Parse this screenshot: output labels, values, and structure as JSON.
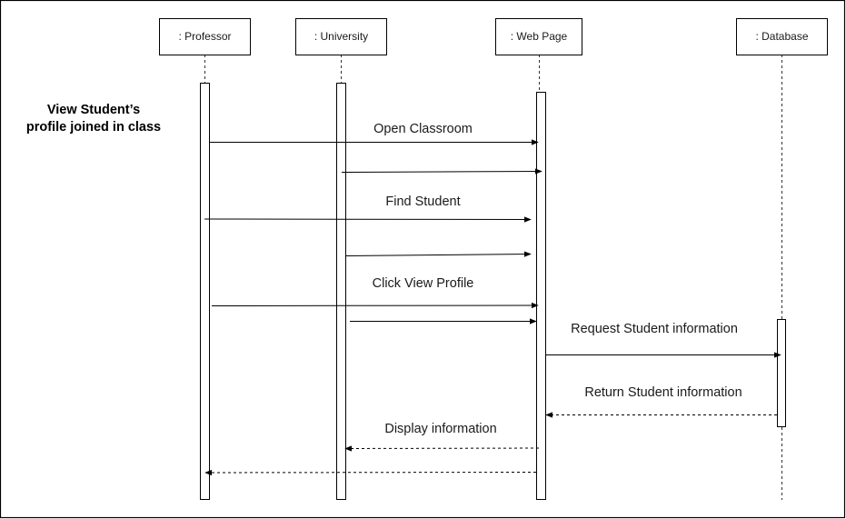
{
  "diagram": {
    "type": "sequence-diagram",
    "title_lines": [
      "View Student’s",
      "profile joined in class"
    ],
    "participants": [
      {
        "id": "professor",
        "label": ": Professor"
      },
      {
        "id": "university",
        "label": ": University"
      },
      {
        "id": "webpage",
        "label": ": Web Page"
      },
      {
        "id": "database",
        "label": ": Database"
      }
    ],
    "messages": [
      {
        "id": "open-classroom",
        "from": "professor",
        "to": "webpage",
        "label": "Open Classroom",
        "style": "solid"
      },
      {
        "id": "university-to-webpage-1",
        "from": "university",
        "to": "webpage",
        "label": "",
        "style": "solid"
      },
      {
        "id": "find-student",
        "from": "professor",
        "to": "webpage",
        "label": "Find Student",
        "style": "solid"
      },
      {
        "id": "university-to-webpage-2",
        "from": "university",
        "to": "webpage",
        "label": "",
        "style": "solid"
      },
      {
        "id": "click-view-profile",
        "from": "professor",
        "to": "webpage",
        "label": "Click View Profile",
        "style": "solid"
      },
      {
        "id": "university-to-webpage-3",
        "from": "university",
        "to": "webpage",
        "label": "",
        "style": "solid"
      },
      {
        "id": "request-student-information",
        "from": "webpage",
        "to": "database",
        "label": "Request Student information",
        "style": "solid"
      },
      {
        "id": "return-student-information",
        "from": "database",
        "to": "webpage",
        "label": "Return Student information",
        "style": "dashed"
      },
      {
        "id": "display-information",
        "from": "webpage",
        "to": "university",
        "label": "Display information",
        "style": "dashed"
      },
      {
        "id": "webpage-to-professor",
        "from": "webpage",
        "to": "professor",
        "label": "",
        "style": "dashed"
      }
    ]
  }
}
